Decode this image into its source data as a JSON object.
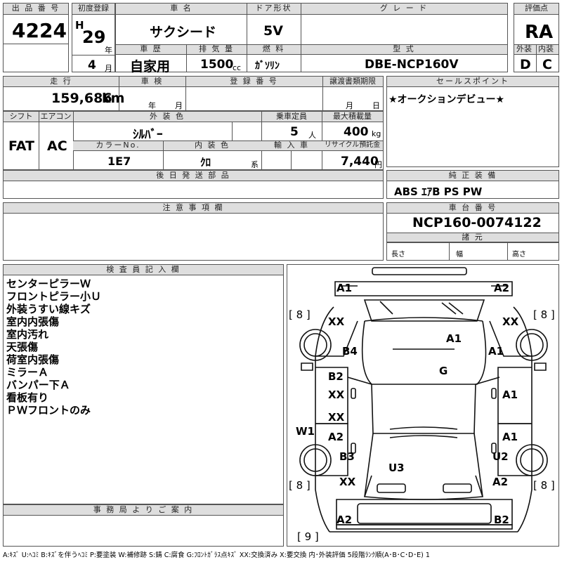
{
  "header": {
    "lot_label": "出 品 番 号",
    "lot_number": "4224",
    "first_reg_label": "初度登録",
    "era": "H",
    "year": "29",
    "year_unit": "年",
    "month": "4",
    "month_unit": "月",
    "car_name_label": "車 名",
    "car_name": "サクシード",
    "door_label": "ドア形状",
    "door": "5V",
    "grade_label": "グ レ ー ド",
    "grade": "",
    "score_label": "評価点",
    "score": "RA",
    "history_label": "車 歴",
    "history": "自家用",
    "displacement_label": "排 気 量",
    "displacement": "1500",
    "displacement_unit": "cc",
    "fuel_label": "燃 料",
    "fuel": "ｶﾞｿﾘﾝ",
    "model_label": "型 式",
    "model": "DBE-NCP160V",
    "exterior_label": "外装",
    "exterior_grade": "D",
    "interior_label": "内装",
    "interior_grade": "C"
  },
  "row2": {
    "mileage_label": "走 行",
    "mileage": "159,686",
    "mileage_unit": "km",
    "inspection_label": "車 検",
    "inspection_year_unit": "年",
    "inspection_month_unit": "月",
    "registration_label": "登 録 番 号",
    "transfer_label": "譲渡書類期限",
    "transfer_month_unit": "月",
    "transfer_day_unit": "日",
    "sales_point_label": "セールスポイント",
    "sales_point": "★オークションデビュー★"
  },
  "row3": {
    "shift_label": "シフト",
    "shift": "FAT",
    "ac_label": "エアコン",
    "ac": "AC",
    "exterior_color_label": "外 装 色",
    "exterior_color": "ｼﾙﾊﾞｰ",
    "capacity_label": "乗車定員",
    "capacity": "5",
    "capacity_unit": "人",
    "load_label": "最大積載量",
    "load": "400",
    "load_unit": "kg",
    "color_no_label": "カラーNo.",
    "color_no": "1E7",
    "interior_color_label": "内 装 色",
    "interior_color": "ｸﾛ",
    "interior_color_unit": "系",
    "import_label": "輸 入 車",
    "recycle_label": "リサイクル預託金",
    "recycle": "7,440",
    "recycle_unit": "円"
  },
  "later_parts_label": "後 日 発 送 部 品",
  "genuine_label": "純 正 装 備",
  "genuine_equipment": "ABS ｴｱB PS PW",
  "notes_label": "注 意 事 項 欄",
  "chassis_label": "車 台 番 号",
  "chassis_number": "NCP160-0074122",
  "specs_label": "諸 元",
  "length_label": "長さ",
  "width_label": "幅",
  "height_label": "高さ",
  "inspector_label": "検 査 員 記 入 欄",
  "inspector_notes": [
    "センターピラーＷ",
    "フロントピラー小Ｕ",
    "外装うすい線キズ",
    "室内内張傷",
    "室内汚れ",
    "天張傷",
    "荷室内張傷",
    "ミラーＡ",
    "バンパー下Ａ",
    "看板有り",
    "ＰＷフロントのみ"
  ],
  "office_label": "事 務 局 よ り ご 案 内",
  "diagram": {
    "tire_front_left": "[ 8 ]",
    "tire_front_right": "[ 8 ]",
    "tire_rear_left": "[ 8 ]",
    "tire_rear_right": "[ 8 ]",
    "spare": "[ 9 ]",
    "marks": [
      {
        "name": "front-bumper-left",
        "text": "A1"
      },
      {
        "name": "front-bumper-right",
        "text": "A2"
      },
      {
        "name": "front-fender-left",
        "text": "XX"
      },
      {
        "name": "front-fender-right",
        "text": "XX"
      },
      {
        "name": "front-pillar-left",
        "text": "B4"
      },
      {
        "name": "hood",
        "text": "A1"
      },
      {
        "name": "front-fender-right-2",
        "text": "A1"
      },
      {
        "name": "roof",
        "text": "G"
      },
      {
        "name": "front-door-left",
        "text": "B2"
      },
      {
        "name": "front-door-left-2",
        "text": "XX"
      },
      {
        "name": "front-door-right",
        "text": "A1"
      },
      {
        "name": "rear-door-left",
        "text": "XX"
      },
      {
        "name": "center-pillar-left",
        "text": "W1"
      },
      {
        "name": "rear-door-left-2",
        "text": "A2"
      },
      {
        "name": "rear-door-right",
        "text": "A1"
      },
      {
        "name": "rear-quarter-left",
        "text": "B3"
      },
      {
        "name": "rear-quarter-right",
        "text": "U2"
      },
      {
        "name": "back-door",
        "text": "U3"
      },
      {
        "name": "rear-quarter-left-2",
        "text": "XX"
      },
      {
        "name": "rear-quarter-right-2",
        "text": "A2"
      },
      {
        "name": "rear-bumper-left",
        "text": "A2"
      },
      {
        "name": "rear-bumper-right",
        "text": "B2"
      }
    ]
  },
  "legend": "A:ｷｽﾞ  U:ﾍｺﾐ  B:ｷｽﾞを伴うﾍｺﾐ  P:要塗装  W:補修跡  S:錆  C:腐食  G:ﾌﾛﾝﾄｶﾞﾗｽ点ｷｽﾞ  XX:交換済み  X:要交換   内･外装評価  5段階ﾗﾝｸ順(A･B･C･D･E) 1"
}
